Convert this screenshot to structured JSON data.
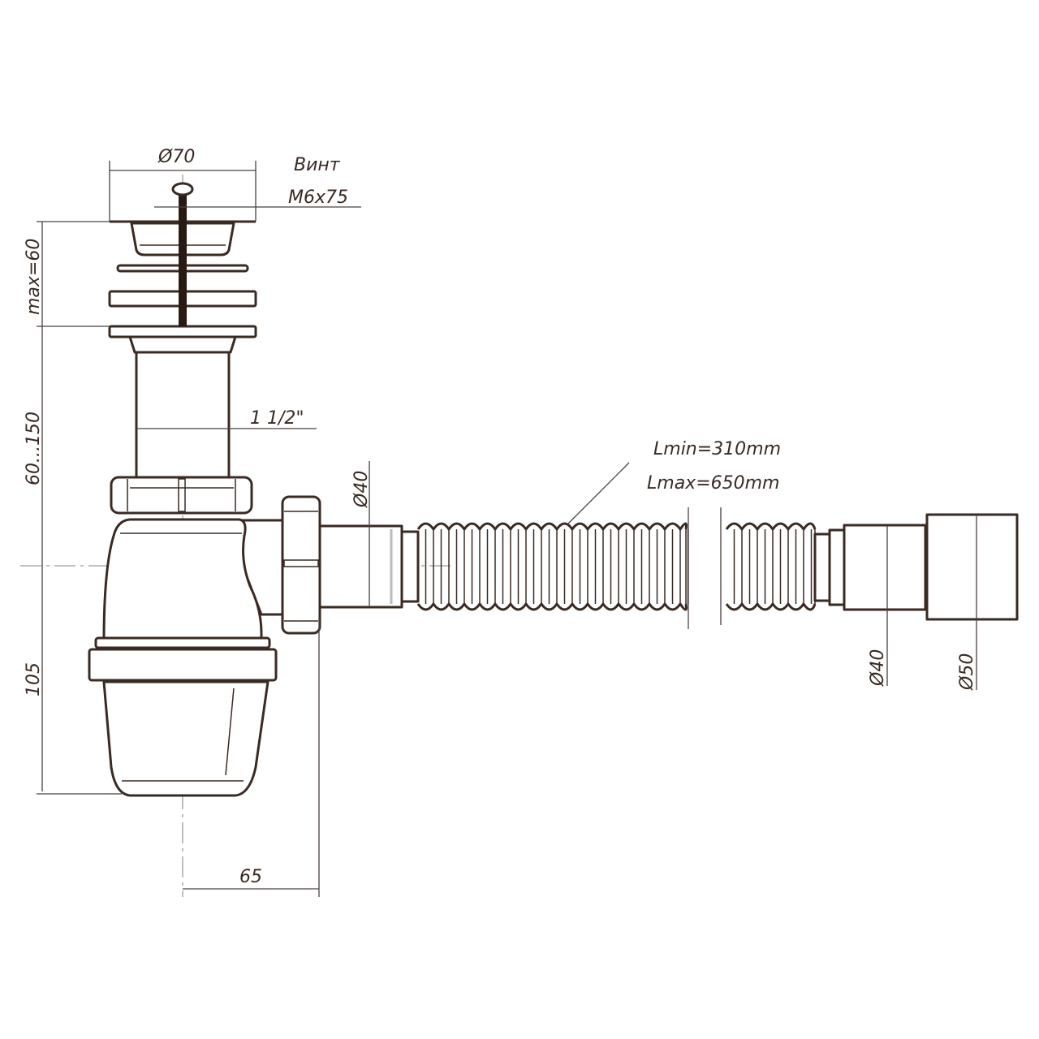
{
  "title": "Bottle sink trap with flexible hose – dimensions drawing",
  "colors": {
    "line": "#3a2a22",
    "centerline": "#aaaaaa"
  },
  "labels": {
    "grate_diameter": "Ø70",
    "screw_title": "Винт",
    "screw_size": "M6x75",
    "thread": "1 1/2\"",
    "outlet_diameter": "Ø40",
    "hose_lmin": "Lmin=310mm",
    "hose_lmax": "Lmax=650mm",
    "end_inner_diameter": "Ø40",
    "end_outer_diameter": "Ø50",
    "sink_thickness": "max=60",
    "tube_height": "60...150",
    "trap_height": "105",
    "outlet_offset": "65"
  }
}
